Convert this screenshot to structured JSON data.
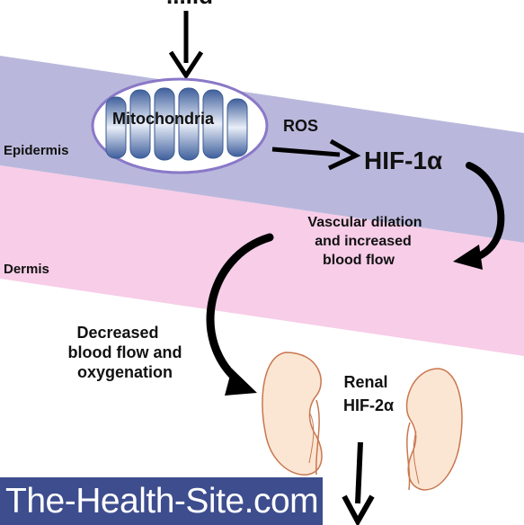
{
  "diagram": {
    "top_label_fragment": "...ild",
    "mitochondria_label": "Mitochondria",
    "ros_label": "ROS",
    "hif1a_label": "HIF-1α",
    "epidermis_label": "Epidermis",
    "dermis_label": "Dermis",
    "vascular_lines": [
      "Vascular dilation",
      "and increased",
      "blood flow"
    ],
    "decreased_lines": [
      "Decreased",
      "blood flow and",
      "oxygenation"
    ],
    "renal_lines": [
      "Renal",
      "HIF-2α"
    ]
  },
  "colors": {
    "epidermis_band": "#b9b8dc",
    "dermis_band": "#f7cde8",
    "kidney_fill": "#fbe6d4",
    "kidney_stroke": "#c9774f",
    "mito_outline": "#8a78c8",
    "watermark_bg": "#3d4d8e"
  },
  "watermark": {
    "text": "The-Health-Site.com"
  }
}
